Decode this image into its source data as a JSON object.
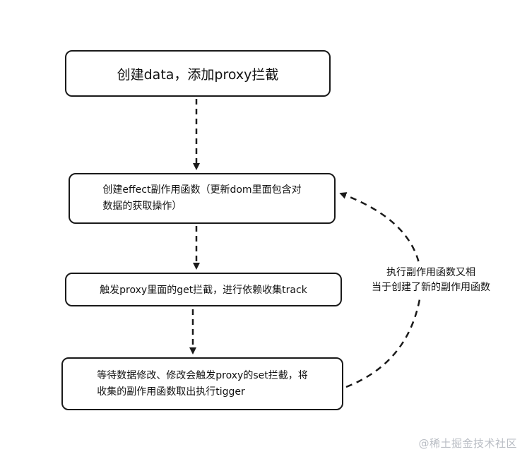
{
  "nodes": {
    "step1": "创建data，添加proxy拦截",
    "step2_line1": "创建effect副作用函数（更新dom里面包含对",
    "step2_line2": "数据的获取操作）",
    "step3": "触发proxy里面的get拦截，进行依赖收集track",
    "step4_line1": "等待数据修改、修改会触发proxy的set拦截，将",
    "step4_line2": "收集的副作用函数取出执行tigger"
  },
  "annotation": {
    "line1": "执行副作用函数又相",
    "line2": "当于创建了新的副作用函数"
  },
  "watermark": "@稀土掘金技术社区",
  "colors": {
    "stroke": "#1a1a1a",
    "watermark": "#b9bdc4"
  }
}
